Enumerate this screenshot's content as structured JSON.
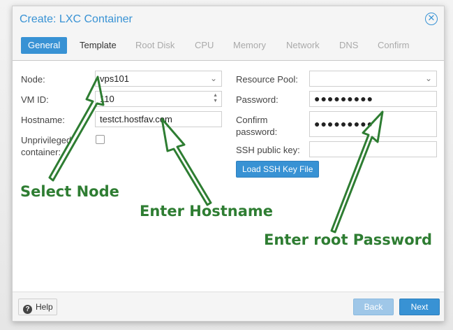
{
  "dialog": {
    "title": "Create: LXC Container",
    "close_glyph": "✕"
  },
  "tabs": [
    {
      "label": "General"
    },
    {
      "label": "Template"
    },
    {
      "label": "Root Disk"
    },
    {
      "label": "CPU"
    },
    {
      "label": "Memory"
    },
    {
      "label": "Network"
    },
    {
      "label": "DNS"
    },
    {
      "label": "Confirm"
    }
  ],
  "form": {
    "node_label": "Node:",
    "node_value": "vps101",
    "vmid_label": "VM ID:",
    "vmid_value": "110",
    "hostname_label": "Hostname:",
    "hostname_value": "testct.hostfav.com",
    "unpriv_label_1": "Unprivileged",
    "unpriv_label_2": "container:",
    "pool_label": "Resource Pool:",
    "pool_value": "",
    "password_label": "Password:",
    "password_value": "●●●●●●●●●",
    "confirm_label_1": "Confirm",
    "confirm_label_2": "password:",
    "confirm_value": "●●●●●●●●●",
    "ssh_label": "SSH public key:",
    "ssh_value": "",
    "load_ssh_button": "Load SSH Key File"
  },
  "footer": {
    "help_label": "Help",
    "help_glyph": "?",
    "back_label": "Back",
    "next_label": "Next"
  },
  "annotations": {
    "select_node": "Select Node",
    "enter_hostname": "Enter Hostname",
    "enter_password": "Enter root Password",
    "color": "#2e7d32"
  },
  "colors": {
    "accent": "#3892d4",
    "disabled_button": "#9fc7e8"
  }
}
